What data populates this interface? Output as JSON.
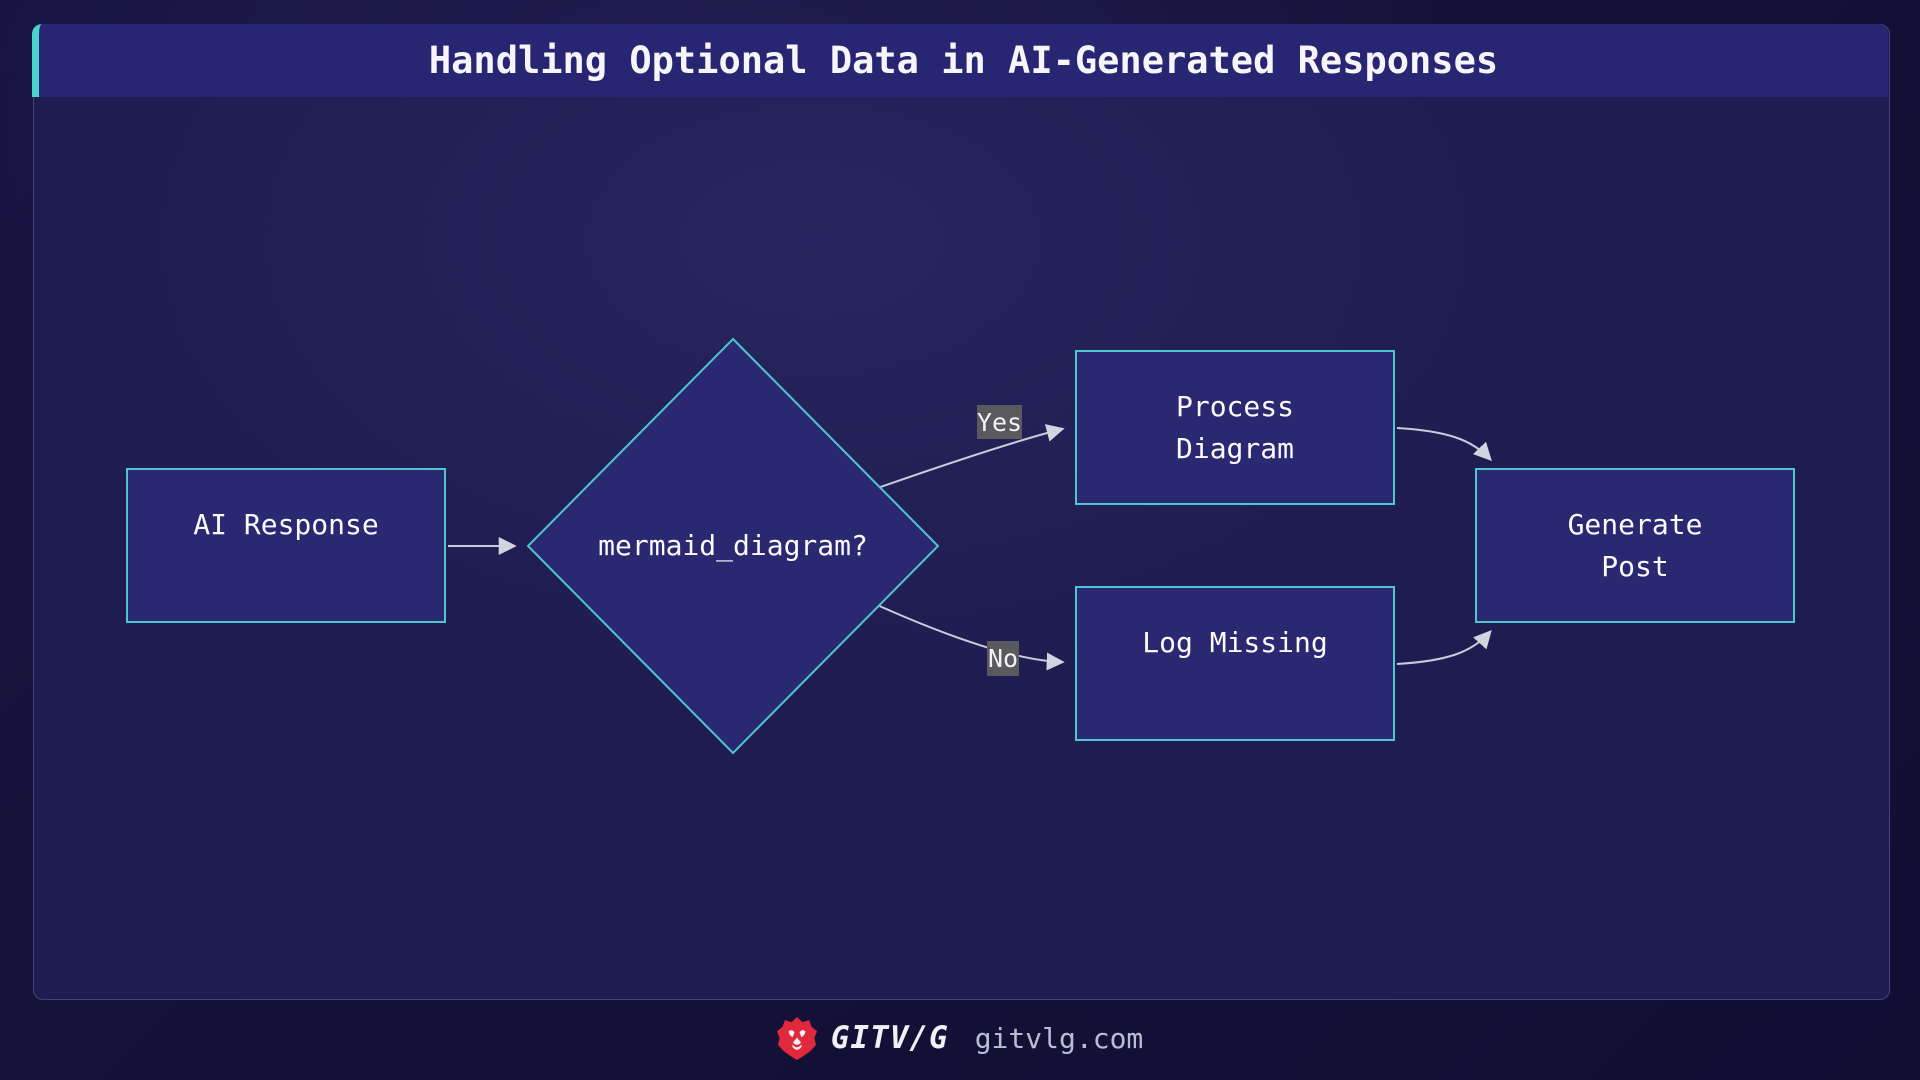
{
  "header": {
    "title": "Handling Optional Data in AI-Generated Responses"
  },
  "flowchart": {
    "nodes": {
      "ai_response": {
        "line1": "AI Response",
        "line2": ""
      },
      "decision": {
        "label": "mermaid_diagram?"
      },
      "process_diagram": {
        "line1": "Process",
        "line2": "Diagram"
      },
      "log_missing": {
        "line1": "Log Missing",
        "line2": ""
      },
      "generate_post": {
        "line1": "Generate",
        "line2": "Post"
      }
    },
    "edge_labels": {
      "yes": "Yes",
      "no": "No"
    }
  },
  "footer": {
    "brand": "GITV/G",
    "domain": "gitvlg.com"
  },
  "colors": {
    "page_bg": "#141138",
    "panel_bg": "#1f1c51",
    "header_bg": "#282573",
    "accent_teal": "#4ad2cc",
    "node_fill": "#2a2871",
    "node_border": "#4ec5cf",
    "edge_line": "#c9cbd9",
    "edge_label_bg": "#5a5a5e",
    "brand_red": "#e2283c",
    "title_text": "#f5f5fa",
    "domain_text": "#b9bdd4"
  }
}
